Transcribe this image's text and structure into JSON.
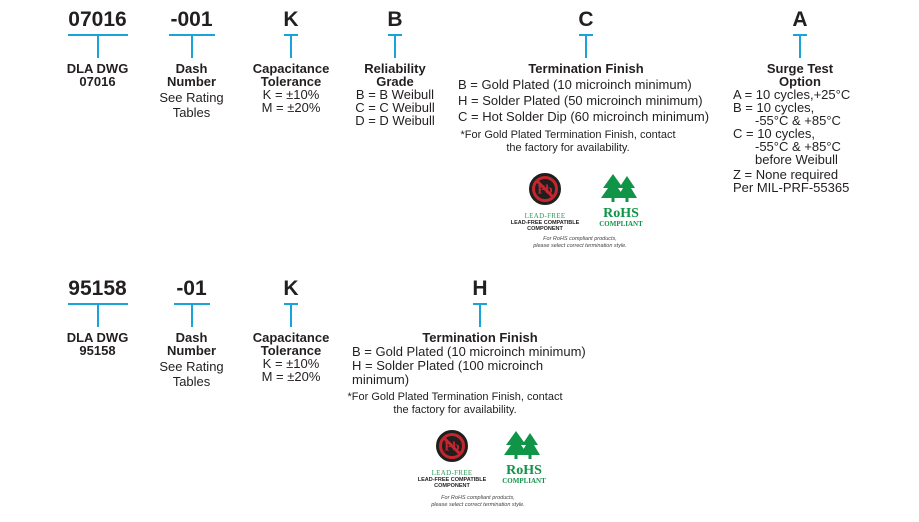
{
  "colors": {
    "bracket": "#1aa3d9",
    "green": "#109447",
    "red": "#c4262e"
  },
  "block1": {
    "cols": [
      {
        "code": "07016",
        "title": [
          "DLA DWG",
          "07016"
        ],
        "desc": []
      },
      {
        "code": "-001",
        "title": [
          "Dash",
          "Number"
        ],
        "desc": [
          "See Rating",
          "Tables"
        ]
      },
      {
        "code": "K",
        "title": [
          "Capacitance",
          "Tolerance"
        ],
        "desc": [
          "K = ±10%",
          "M = ±20%"
        ]
      },
      {
        "code": "B",
        "title": [
          "Reliability",
          "Grade"
        ],
        "desc": [
          "B = B Weibull",
          "C = C Weibull",
          "D = D Weibull"
        ]
      },
      {
        "code": "C",
        "title": [
          "Termination Finish"
        ],
        "desc": [
          "B = Gold Plated (10 microinch minimum)",
          "H = Solder Plated (50 microinch minimum)",
          "C = Hot Solder Dip (60 microinch minimum)"
        ],
        "note": [
          "*For Gold Plated Termination Finish, contact",
          "the factory for availability."
        ]
      },
      {
        "code": "A",
        "title": [
          "Surge Test",
          "Option"
        ],
        "desc": [
          "A = 10 cycles,+25°C",
          "B = 10 cycles,",
          "-55°C & +85°C",
          "C = 10 cycles,",
          "-55°C & +85°C",
          "before Weibull",
          "Z = None required",
          "Per MIL-PRF-55365"
        ]
      }
    ]
  },
  "block2": {
    "cols": [
      {
        "code": "95158",
        "title": [
          "DLA DWG",
          "95158"
        ],
        "desc": []
      },
      {
        "code": "-01",
        "title": [
          "Dash",
          "Number"
        ],
        "desc": [
          "See Rating",
          "Tables"
        ]
      },
      {
        "code": "K",
        "title": [
          "Capacitance",
          "Tolerance"
        ],
        "desc": [
          "K = ±10%",
          "M = ±20%"
        ]
      },
      {
        "code": "H",
        "title": [
          "Termination Finish"
        ],
        "desc": [
          "B = Gold Plated (10 microinch minimum)",
          "H = Solder Plated (100 microinch",
          "minimum)"
        ],
        "note": [
          "*For Gold Plated Termination Finish, contact",
          "the factory for availability."
        ]
      }
    ]
  },
  "logos": {
    "pb_letters": "Pb",
    "lead_free": "LEAD-FREE",
    "lead_free_caption": [
      "LEAD-FREE COMPATIBLE",
      "COMPONENT"
    ],
    "rohs": "RoHS",
    "compliant": "COMPLIANT",
    "fine_print": [
      "For RoHS compliant products,",
      "please select correct termination style."
    ]
  }
}
